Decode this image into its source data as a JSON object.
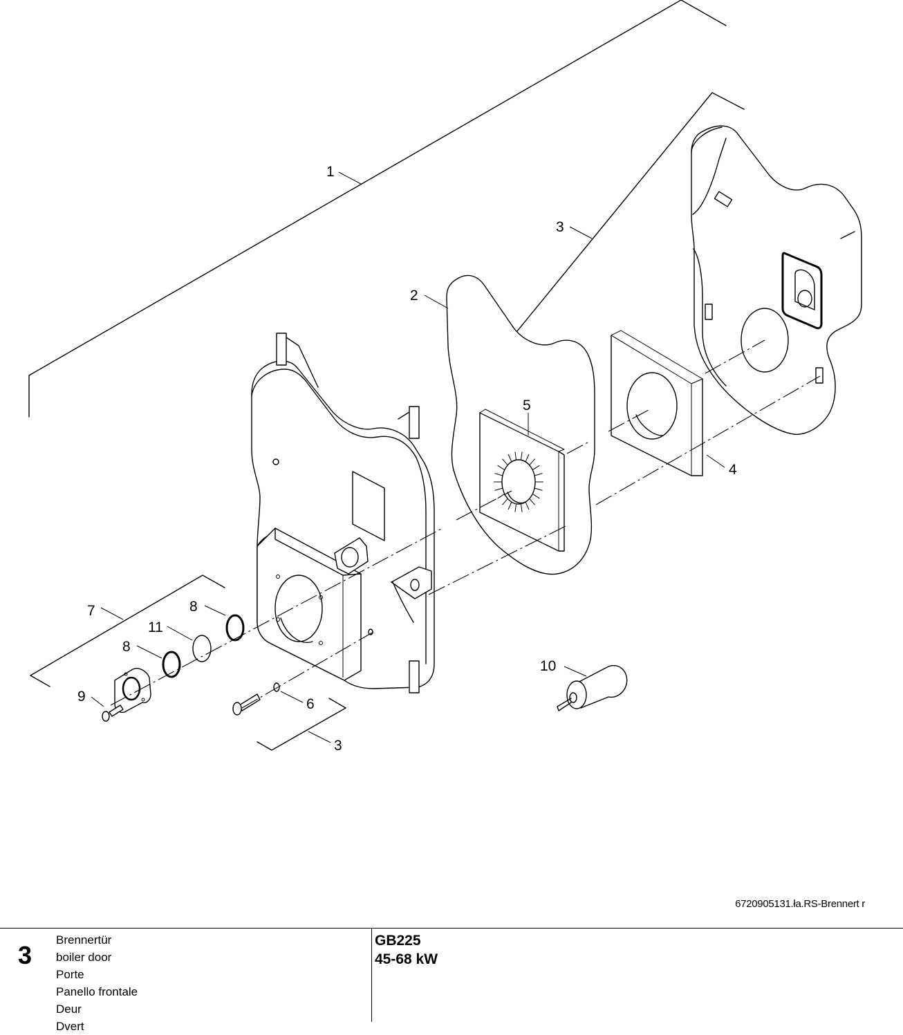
{
  "callouts": {
    "c1": "1",
    "c2": "2",
    "c3a": "3",
    "c3b": "3",
    "c4": "4",
    "c5": "5",
    "c6": "6",
    "c7": "7",
    "c8a": "8",
    "c8b": "8",
    "c9": "9",
    "c10": "10",
    "c11": "11"
  },
  "drawing_id": "6720905131.ła.RS-Brennert r",
  "footer": {
    "page_number": "3",
    "titles": [
      "Brennertür",
      "boiler door",
      "Porte",
      "Panello frontale",
      "Deur",
      "Dvert"
    ],
    "model": "GB225",
    "power": "45-68 kW"
  }
}
